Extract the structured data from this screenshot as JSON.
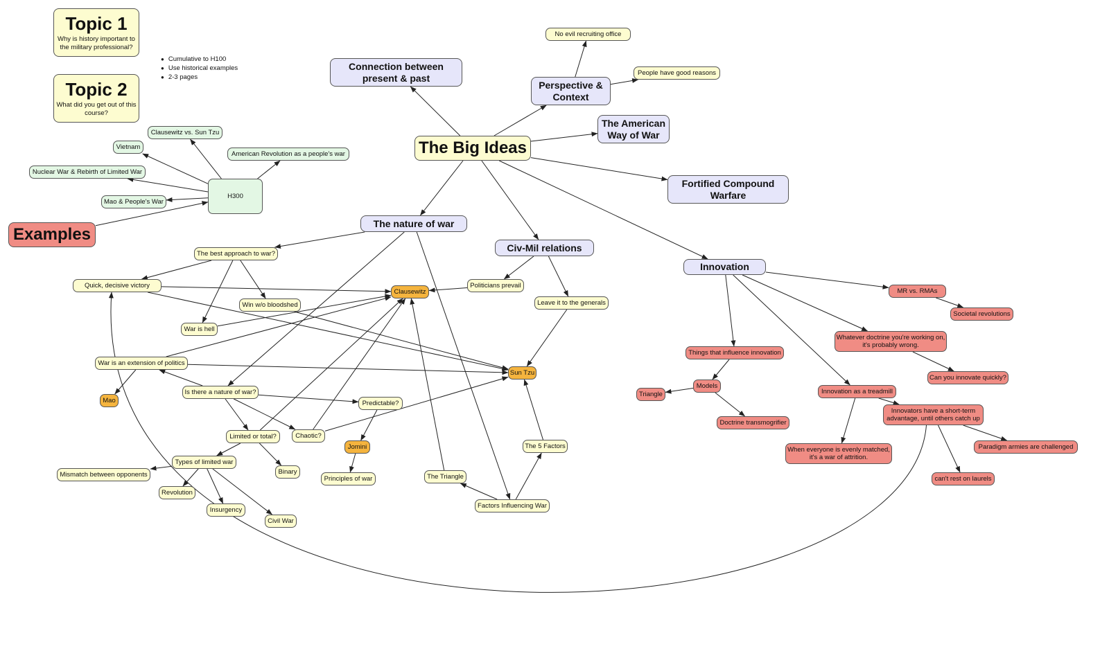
{
  "colors": {
    "yellow_node": "#fdfcd0",
    "lavender_node": "#e6e6fa",
    "red_node": "#f08c84",
    "orange_node": "#f5b43e",
    "green_node": "#e3f7e4",
    "edge": "#222222"
  },
  "topics": [
    {
      "title": "Topic 1",
      "subtitle": "Why is history important to the military professional?"
    },
    {
      "title": "Topic 2",
      "subtitle": "What did you get out of this course?"
    }
  ],
  "notes": [
    "Cumulative to H100",
    "Use historical examples",
    "2-3 pages"
  ],
  "nodes": {
    "big_ideas": "The Big Ideas",
    "connection": "Connection between present & past",
    "perspective": "Perspective & Context",
    "no_evil": "No evil recruiting office",
    "good_reasons": "People have good reasons",
    "american_way": "The American Way of War",
    "fortified": "Fortified Compound Warfare",
    "nature_of_war": "The nature of war",
    "civ_mil": "Civ-Mil relations",
    "innovation": "Innovation",
    "examples": "Examples",
    "h300": "H300",
    "clausewitz_vs_suntzu": "Clausewitz vs. Sun Tzu",
    "vietnam": "Vietnam",
    "american_revolution": "American Revolution as a people's war",
    "nuclear_war": "Nuclear War & Rebirth of Limited War",
    "mao_peoples_war": "Mao & People's War",
    "best_approach": "The best approach to war?",
    "quick_victory": "Quick, decisive victory",
    "win_wo_bloodshed": "Win w/o bloodshed",
    "war_is_hell": "War is hell",
    "extension_of_politics": "War is an extension of politics",
    "mao": "Mao",
    "nature_question": "Is there a nature of war?",
    "limited_or_total": "Limited or total?",
    "types_limited": "Types of limited war",
    "mismatch": "Mismatch between opponents",
    "revolution": "Revolution",
    "insurgency": "Insurgency",
    "civil_war": "Civil War",
    "binary": "Binary",
    "chaotic": "Chaotic?",
    "predictable": "Predictable?",
    "jomini": "Jomini",
    "principles": "Principles of war",
    "clausewitz": "Clausewitz",
    "sun_tzu": "Sun Tzu",
    "politicians_prevail": "Politicians prevail",
    "leave_to_generals": "Leave it to the generals",
    "the_triangle": "The Triangle",
    "five_factors": "The 5 Factors",
    "factors_influencing": "Factors Influencing War",
    "things_influence": "Things that influence innovation",
    "models": "Models",
    "triangle_red": "Triangle",
    "doctrine_trans": "Doctrine transmogrifier",
    "mr_rmas": "MR vs. RMAs",
    "societal": "Societal revolutions",
    "whatever_doctrine": "Whatever doctrine you're working on, it's probably wrong.",
    "innovate_quickly": "Can you innovate quickly?",
    "treadmill": "Innovation as a treadmill",
    "short_term": "Innovators have a short-term advantage, until others catch up",
    "evenly_matched": "When everyone is evenly matched, it's a war of attrition.",
    "paradigm": "Paradigm armies are challenged",
    "laurels": "can't rest on laurels"
  },
  "edges": [
    [
      "big_ideas",
      "connection"
    ],
    [
      "big_ideas",
      "perspective"
    ],
    [
      "perspective",
      "no_evil"
    ],
    [
      "perspective",
      "good_reasons"
    ],
    [
      "big_ideas",
      "american_way"
    ],
    [
      "big_ideas",
      "fortified"
    ],
    [
      "big_ideas",
      "nature_of_war"
    ],
    [
      "big_ideas",
      "civ_mil"
    ],
    [
      "big_ideas",
      "innovation"
    ],
    [
      "examples",
      "h300"
    ],
    [
      "h300",
      "clausewitz_vs_suntzu"
    ],
    [
      "h300",
      "vietnam"
    ],
    [
      "h300",
      "american_revolution"
    ],
    [
      "h300",
      "nuclear_war"
    ],
    [
      "h300",
      "mao_peoples_war"
    ],
    [
      "nature_of_war",
      "best_approach"
    ],
    [
      "nature_of_war",
      "nature_question"
    ],
    [
      "nature_of_war",
      "factors_influencing"
    ],
    [
      "best_approach",
      "quick_victory"
    ],
    [
      "best_approach",
      "win_wo_bloodshed"
    ],
    [
      "best_approach",
      "war_is_hell"
    ],
    [
      "quick_victory",
      "clausewitz"
    ],
    [
      "quick_victory",
      "sun_tzu"
    ],
    [
      "win_wo_bloodshed",
      "sun_tzu"
    ],
    [
      "war_is_hell",
      "clausewitz"
    ],
    [
      "extension_of_politics",
      "clausewitz"
    ],
    [
      "extension_of_politics",
      "sun_tzu"
    ],
    [
      "extension_of_politics",
      "mao"
    ],
    [
      "nature_question",
      "extension_of_politics"
    ],
    [
      "nature_question",
      "limited_or_total"
    ],
    [
      "nature_question",
      "chaotic"
    ],
    [
      "nature_question",
      "predictable"
    ],
    [
      "limited_or_total",
      "types_limited"
    ],
    [
      "limited_or_total",
      "binary"
    ],
    [
      "limited_or_total",
      "clausewitz"
    ],
    [
      "types_limited",
      "mismatch"
    ],
    [
      "types_limited",
      "revolution"
    ],
    [
      "types_limited",
      "insurgency"
    ],
    [
      "types_limited",
      "civil_war"
    ],
    [
      "chaotic",
      "clausewitz"
    ],
    [
      "chaotic",
      "sun_tzu"
    ],
    [
      "predictable",
      "jomini"
    ],
    [
      "jomini",
      "principles"
    ],
    [
      "civ_mil",
      "politicians_prevail"
    ],
    [
      "civ_mil",
      "leave_to_generals"
    ],
    [
      "politicians_prevail",
      "clausewitz"
    ],
    [
      "leave_to_generals",
      "sun_tzu"
    ],
    [
      "the_triangle",
      "clausewitz"
    ],
    [
      "factors_influencing",
      "the_triangle"
    ],
    [
      "factors_influencing",
      "five_factors"
    ],
    [
      "five_factors",
      "sun_tzu"
    ],
    [
      "innovation",
      "things_influence"
    ],
    [
      "innovation",
      "mr_rmas"
    ],
    [
      "innovation",
      "whatever_doctrine"
    ],
    [
      "innovation",
      "treadmill"
    ],
    [
      "things_influence",
      "models"
    ],
    [
      "models",
      "triangle_red"
    ],
    [
      "models",
      "doctrine_trans"
    ],
    [
      "mr_rmas",
      "societal"
    ],
    [
      "whatever_doctrine",
      "innovate_quickly"
    ],
    [
      "treadmill",
      "short_term"
    ],
    [
      "treadmill",
      "evenly_matched"
    ],
    [
      "short_term",
      "paradigm"
    ],
    [
      "short_term",
      "laurels"
    ],
    [
      "short_term",
      "quick_victory"
    ]
  ]
}
